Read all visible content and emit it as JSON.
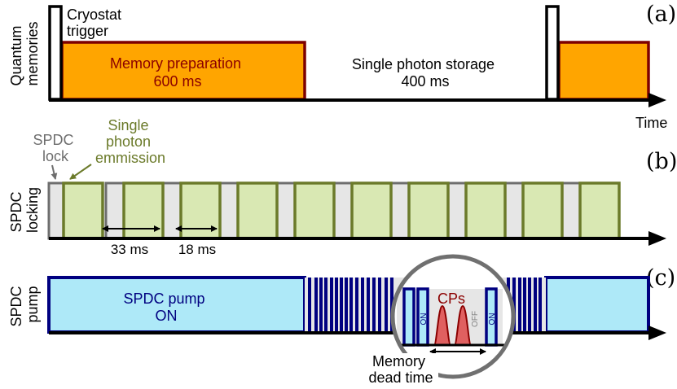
{
  "panels": {
    "a": {
      "tag": "(a)",
      "ylabel": [
        "Quantum",
        "memories"
      ],
      "trigger_label": [
        "Cryostat",
        "trigger"
      ],
      "prep_label": [
        "Memory preparation",
        "600 ms"
      ],
      "storage_label": [
        "Single photon storage",
        "400 ms"
      ],
      "time_label": "Time"
    },
    "b": {
      "tag": "(b)",
      "ylabel": [
        "SPDC",
        "locking"
      ],
      "lock_label": [
        "SPDC",
        "lock"
      ],
      "emission_label": [
        "Single",
        "photon",
        "emmission"
      ],
      "dim1": "33 ms",
      "dim2": "18 ms"
    },
    "c": {
      "tag": "(c)",
      "ylabel": [
        "SPDC",
        "pump"
      ],
      "pump_label": [
        "SPDC pump",
        "ON"
      ],
      "cps_label": "CPs",
      "on_label": "ON",
      "off_label": "OFF",
      "dead_label": [
        "Memory",
        "dead time"
      ]
    }
  },
  "colors": {
    "prep_fill": "#ffa500",
    "prep_edge": "#7d0000",
    "prep_text": "#8b0000",
    "lock_fill": "#e6e6e6",
    "lock_text": "#6e6e6e",
    "emission_fill": "#d9e8b3",
    "emission_edge": "#6b7a2a",
    "emission_text": "#6b7a2a",
    "pump_fill": "#aee9f8",
    "pump_edge": "#000080",
    "pump_text": "#000080",
    "cp_fill": "#e06060",
    "cp_edge": "#8b0000",
    "axis": "#000000"
  }
}
